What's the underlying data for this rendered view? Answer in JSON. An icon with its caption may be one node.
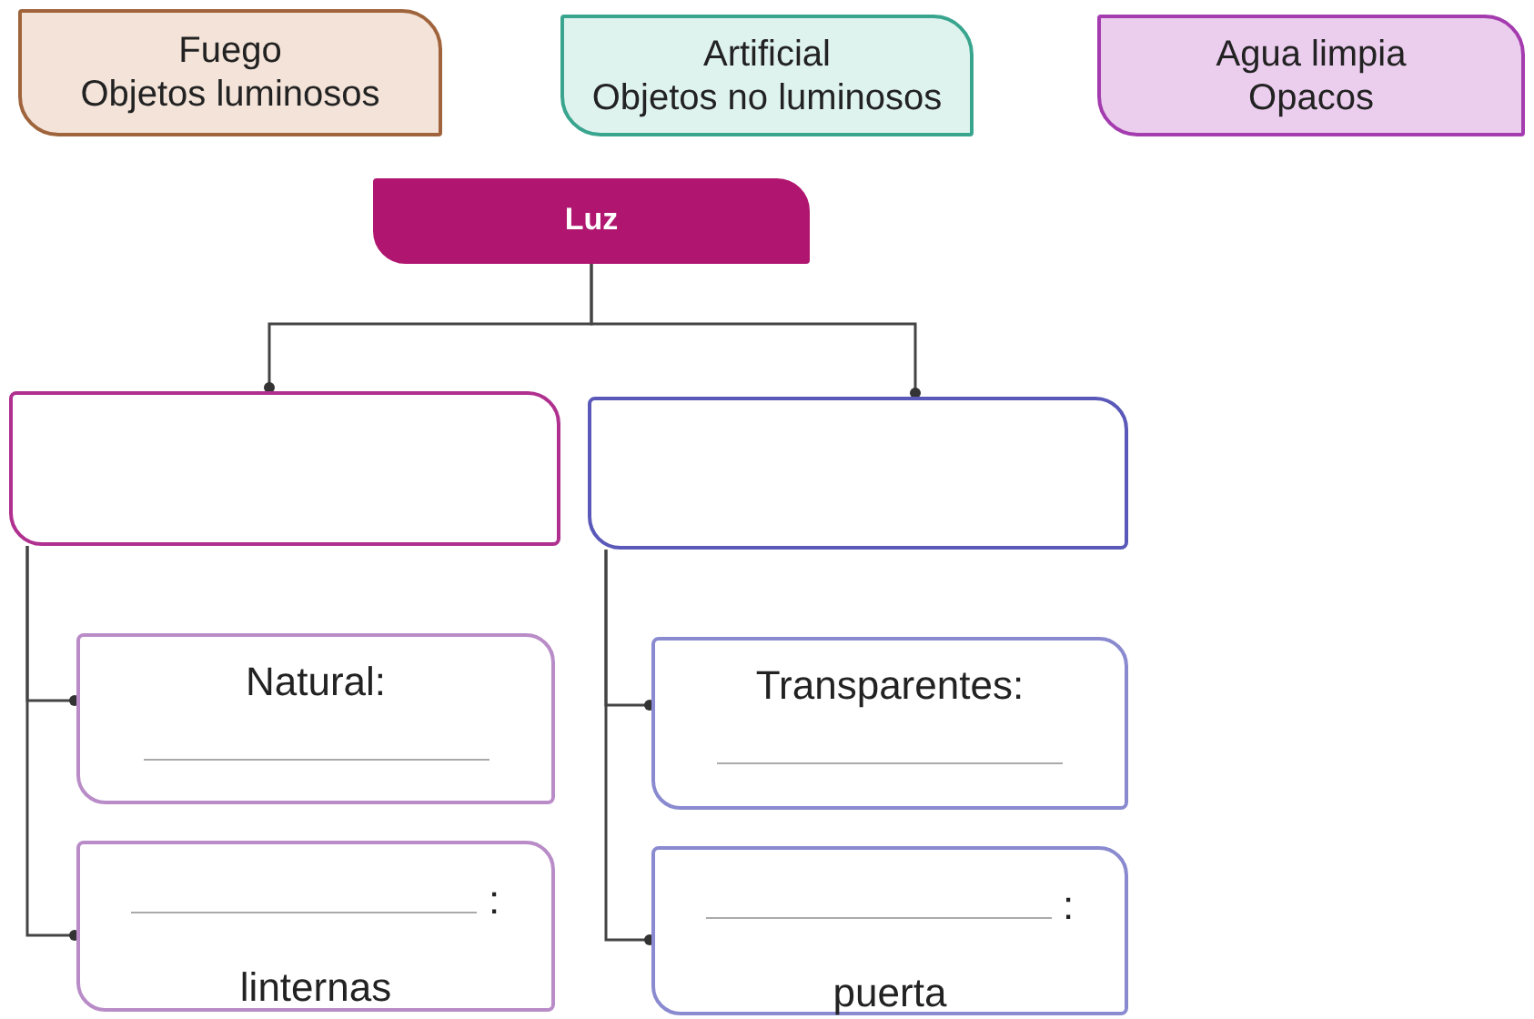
{
  "diagram": {
    "nodes": [
      {
        "text": [
          "Fuego",
          "Objetos luminosos"
        ]
      },
      {
        "text": [
          "Artificial",
          "Objetos no luminosos"
        ]
      },
      {
        "text": [
          "Agua limpia",
          "Opacos"
        ]
      },
      {
        "text": [
          "Luz"
        ]
      },
      {
        "text": [],
        "shape": "box"
      },
      {
        "text": [],
        "shape": "box"
      },
      {
        "text": [
          "Natural:"
        ]
      },
      {
        "text": [
          ":",
          "linternas"
        ]
      },
      {
        "text": [
          "Transparentes:"
        ]
      },
      {
        "text": [
          ":",
          "puerta"
        ]
      }
    ],
    "edges": [
      {
        "from": 3,
        "to": 4,
        "arrow": "other"
      },
      {
        "from": 3,
        "to": 5,
        "arrow": "other"
      },
      {
        "from": 4,
        "to": 6,
        "arrow": "other"
      },
      {
        "from": 4,
        "to": 7,
        "arrow": "other"
      },
      {
        "from": 5,
        "to": 8,
        "arrow": "other"
      },
      {
        "from": 5,
        "to": 9,
        "arrow": "other"
      }
    ]
  }
}
